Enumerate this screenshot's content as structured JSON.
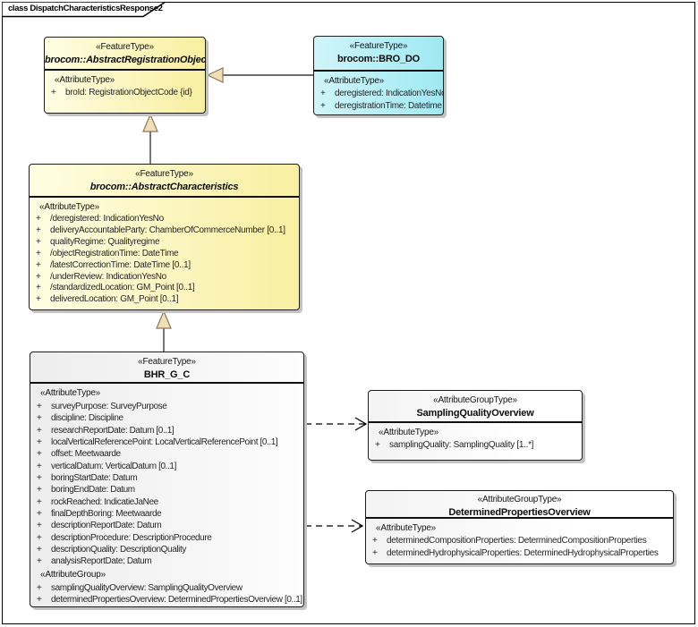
{
  "frame": {
    "tab_label": "class DispatchCharacteristicsResponse2"
  },
  "colors": {
    "feature_type_yellow": "#F8EFA0",
    "bro_do_cyan": "#9FE9F2",
    "class_gray_white": "#EDEDED",
    "generalization_arrow_tan": "#F2DFB4",
    "shadow_gray": "#C2C2C2"
  },
  "boxes": [
    {
      "stereotype": "«FeatureType»",
      "name": "brocom::AbstractRegistrationObject",
      "abstract": true,
      "sections": [
        {
          "label": "«AttributeType»",
          "rows": [
            {
              "vis": "+",
              "text": "broId: RegistrationObjectCode {id}"
            }
          ]
        }
      ]
    },
    {
      "stereotype": "«FeatureType»",
      "name": "brocom::BRO_DO",
      "abstract": false,
      "sections": [
        {
          "label": "«AttributeType»",
          "rows": [
            {
              "vis": "+",
              "text": "deregistered: IndicationYesNo"
            },
            {
              "vis": "+",
              "text": "deregistrationTime: Datetime"
            }
          ]
        }
      ]
    },
    {
      "stereotype": "«FeatureType»",
      "name": "brocom::AbstractCharacteristics",
      "abstract": true,
      "sections": [
        {
          "label": "«AttributeType»",
          "rows": [
            {
              "vis": "+",
              "text": "/deregistered: IndicationYesNo"
            },
            {
              "vis": "+",
              "text": "deliveryAccountableParty: ChamberOfCommerceNumber [0..1]"
            },
            {
              "vis": "+",
              "text": "qualityRegime: Qualityregime"
            },
            {
              "vis": "+",
              "text": "/objectRegistrationTime: DateTime"
            },
            {
              "vis": "+",
              "text": "/latestCorrectionTime: DateTime [0..1]"
            },
            {
              "vis": "+",
              "text": "/underReview: IndicationYesNo"
            },
            {
              "vis": "+",
              "text": "/standardizedLocation: GM_Point [0..1]"
            },
            {
              "vis": "+",
              "text": "deliveredLocation: GM_Point [0..1]"
            }
          ]
        }
      ]
    },
    {
      "stereotype": "«FeatureType»",
      "name": "BHR_G_C",
      "abstract": false,
      "sections": [
        {
          "label": "«AttributeType»",
          "rows": [
            {
              "vis": "+",
              "text": "surveyPurpose: SurveyPurpose"
            },
            {
              "vis": "+",
              "text": "discipline: Discipline"
            },
            {
              "vis": "+",
              "text": "researchReportDate: Datum [0..1]"
            },
            {
              "vis": "+",
              "text": "localVerticalReferencePoint: LocalVerticalReferencePoint [0..1]"
            },
            {
              "vis": "+",
              "text": "offset: Meetwaarde"
            },
            {
              "vis": "+",
              "text": "verticalDatum: VerticalDatum [0..1]"
            },
            {
              "vis": "+",
              "text": "boringStartDate: Datum"
            },
            {
              "vis": "+",
              "text": "boringEndDate: Datum"
            },
            {
              "vis": "+",
              "text": "rockReached: IndicatieJaNee"
            },
            {
              "vis": "+",
              "text": "finalDepthBoring: Meetwaarde"
            },
            {
              "vis": "+",
              "text": "descriptionReportDate: Datum"
            },
            {
              "vis": "+",
              "text": "descriptionProcedure: DescriptionProcedure"
            },
            {
              "vis": "+",
              "text": "descriptionQuality: DescriptionQuality"
            },
            {
              "vis": "+",
              "text": "analysisReportDate: Datum"
            }
          ]
        },
        {
          "label": "«AttributeGroup»",
          "rows": [
            {
              "vis": "+",
              "text": "samplingQualityOverview: SamplingQualityOverview"
            },
            {
              "vis": "+",
              "text": "determinedPropertiesOverview: DeterminedPropertiesOverview [0..1]"
            }
          ]
        }
      ]
    },
    {
      "stereotype": "«AttributeGroupType»",
      "name": "SamplingQualityOverview",
      "abstract": false,
      "sections": [
        {
          "label": "«AttributeType»",
          "rows": [
            {
              "vis": "+",
              "text": "samplingQuality: SamplingQuality [1..*]"
            }
          ]
        }
      ]
    },
    {
      "stereotype": "«AttributeGroupType»",
      "name": "DeterminedPropertiesOverview",
      "abstract": false,
      "sections": [
        {
          "label": "«AttributeType»",
          "rows": [
            {
              "vis": "+",
              "text": "determinedCompositionProperties: DeterminedCompositionProperties"
            },
            {
              "vis": "+",
              "text": "determinedHydrophysicalProperties: DeterminedHydrophysicalProperties"
            }
          ]
        }
      ]
    }
  ],
  "connectors": [
    {
      "type": "generalization",
      "from": "brocom::BRO_DO",
      "to": "brocom::AbstractRegistrationObject"
    },
    {
      "type": "generalization",
      "from": "brocom::AbstractCharacteristics",
      "to": "brocom::AbstractRegistrationObject"
    },
    {
      "type": "generalization",
      "from": "BHR_G_C",
      "to": "brocom::AbstractCharacteristics"
    },
    {
      "type": "dependency",
      "from": "BHR_G_C",
      "to": "SamplingQualityOverview"
    },
    {
      "type": "dependency",
      "from": "BHR_G_C",
      "to": "DeterminedPropertiesOverview"
    }
  ]
}
